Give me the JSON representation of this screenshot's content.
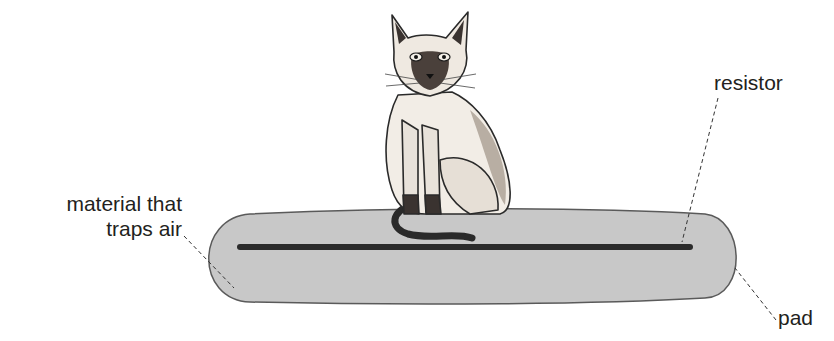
{
  "diagram": {
    "labels": [
      "material that traps air",
      "resistor",
      "pad"
    ]
  }
}
